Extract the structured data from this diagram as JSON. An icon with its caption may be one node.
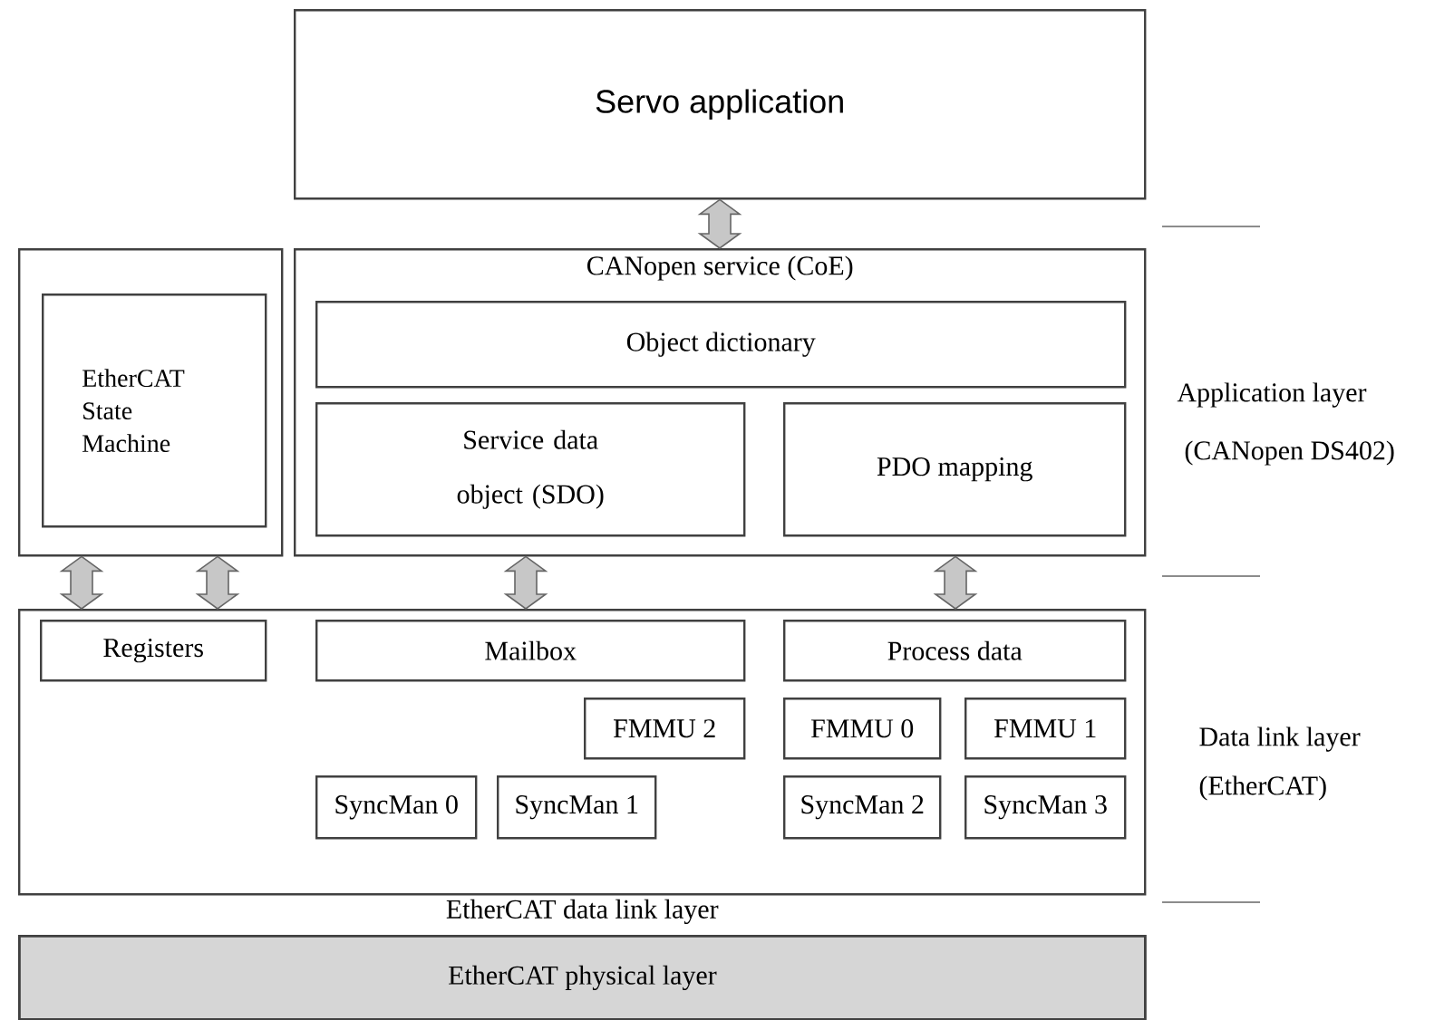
{
  "diagram": {
    "nodes": [
      {
        "text": [
          "Servo application"
        ]
      },
      {
        "text": [],
        "shape": "box"
      },
      {
        "text": [
          "EtherCAT State Machine"
        ],
        "in": 1
      },
      {
        "text": [
          "CANopen service (CoE)"
        ]
      },
      {
        "text": [
          "Object dictionary"
        ],
        "in": 3
      },
      {
        "text": [
          "Service data object (SDO)"
        ],
        "in": 3
      },
      {
        "text": [
          "PDO mapping"
        ],
        "in": 3
      },
      {
        "text": [
          "EtherCAT data link layer"
        ]
      },
      {
        "text": [
          "Registers"
        ],
        "in": 7
      },
      {
        "text": [
          "Mailbox"
        ],
        "in": 7
      },
      {
        "text": [
          "Process data"
        ],
        "in": 7
      },
      {
        "text": [
          "FMMU 2"
        ],
        "in": 7
      },
      {
        "text": [
          "FMMU 0"
        ],
        "in": 7
      },
      {
        "text": [
          "FMMU 1"
        ],
        "in": 7
      },
      {
        "text": [
          "SyncMan 0"
        ],
        "in": 7
      },
      {
        "text": [
          "SyncMan 1"
        ],
        "in": 7
      },
      {
        "text": [
          "SyncMan 2"
        ],
        "in": 7
      },
      {
        "text": [
          "SyncMan 3"
        ],
        "in": 7
      },
      {
        "text": [
          "EtherCAT physical layer"
        ]
      }
    ],
    "edges": [
      {
        "from": 0,
        "to": 3,
        "arrow": "both"
      },
      {
        "from": 1,
        "to": 7,
        "arrow": "both"
      },
      {
        "from": 1,
        "to": 7,
        "arrow": "both"
      },
      {
        "from": 3,
        "to": 7,
        "arrow": "both"
      },
      {
        "from": 3,
        "to": 7,
        "arrow": "both"
      }
    ],
    "labels": [
      "Application layer",
      "(CANopen DS402)",
      "Data link layer",
      "(EtherCAT)"
    ]
  }
}
